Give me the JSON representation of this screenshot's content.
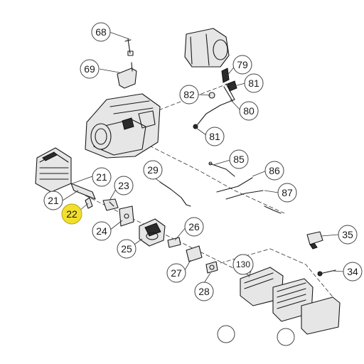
{
  "callouts": [
    {
      "id": "c68",
      "label": "68"
    },
    {
      "id": "c69",
      "label": "69"
    },
    {
      "id": "c79",
      "label": "79"
    },
    {
      "id": "c81a",
      "label": "81"
    },
    {
      "id": "c82",
      "label": "82"
    },
    {
      "id": "c80",
      "label": "80"
    },
    {
      "id": "c81b",
      "label": "81"
    },
    {
      "id": "c85",
      "label": "85"
    },
    {
      "id": "c29",
      "label": "29"
    },
    {
      "id": "c86",
      "label": "86"
    },
    {
      "id": "c21a",
      "label": "21"
    },
    {
      "id": "c23",
      "label": "23"
    },
    {
      "id": "c21b",
      "label": "21"
    },
    {
      "id": "c87",
      "label": "87"
    },
    {
      "id": "c22",
      "label": "22",
      "highlight": true
    },
    {
      "id": "c24",
      "label": "24"
    },
    {
      "id": "c26",
      "label": "26"
    },
    {
      "id": "c35",
      "label": "35"
    },
    {
      "id": "c25",
      "label": "25"
    },
    {
      "id": "c130",
      "label": "130"
    },
    {
      "id": "c27",
      "label": "27"
    },
    {
      "id": "c34",
      "label": "34"
    },
    {
      "id": "c28",
      "label": "28"
    }
  ],
  "colors": {
    "highlight_fill": "#f2df2c",
    "line": "#1a1a1a",
    "background": "#ffffff"
  }
}
